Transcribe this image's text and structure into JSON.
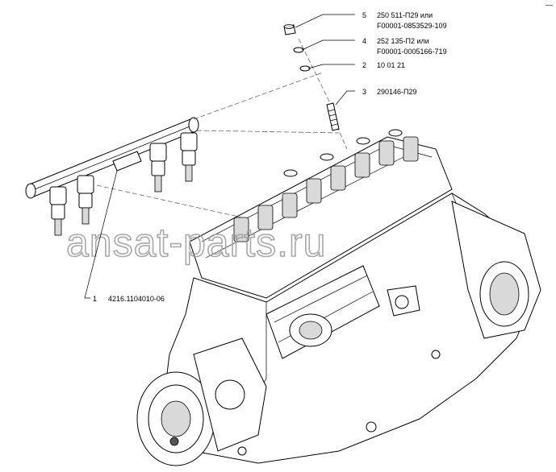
{
  "corner_mark": "—",
  "watermark_text": "ansat-parts.ru",
  "callouts": [
    {
      "number": "5",
      "line1": "250 511-П29 или",
      "line2": "F00001-0853529-109"
    },
    {
      "number": "4",
      "line1": "252 135-П2 или",
      "line2": "F00001-0005166-719"
    },
    {
      "number": "2",
      "line1": "10 01 21",
      "line2": ""
    },
    {
      "number": "3",
      "line1": "290146-П29",
      "line2": ""
    },
    {
      "number": "1",
      "line1": "4216.1104010-06",
      "line2": ""
    }
  ],
  "icons": [
    "engine-block-drawing",
    "fuel-rail-drawing",
    "nut-drawing",
    "washer-drawing",
    "stud-drawing"
  ]
}
